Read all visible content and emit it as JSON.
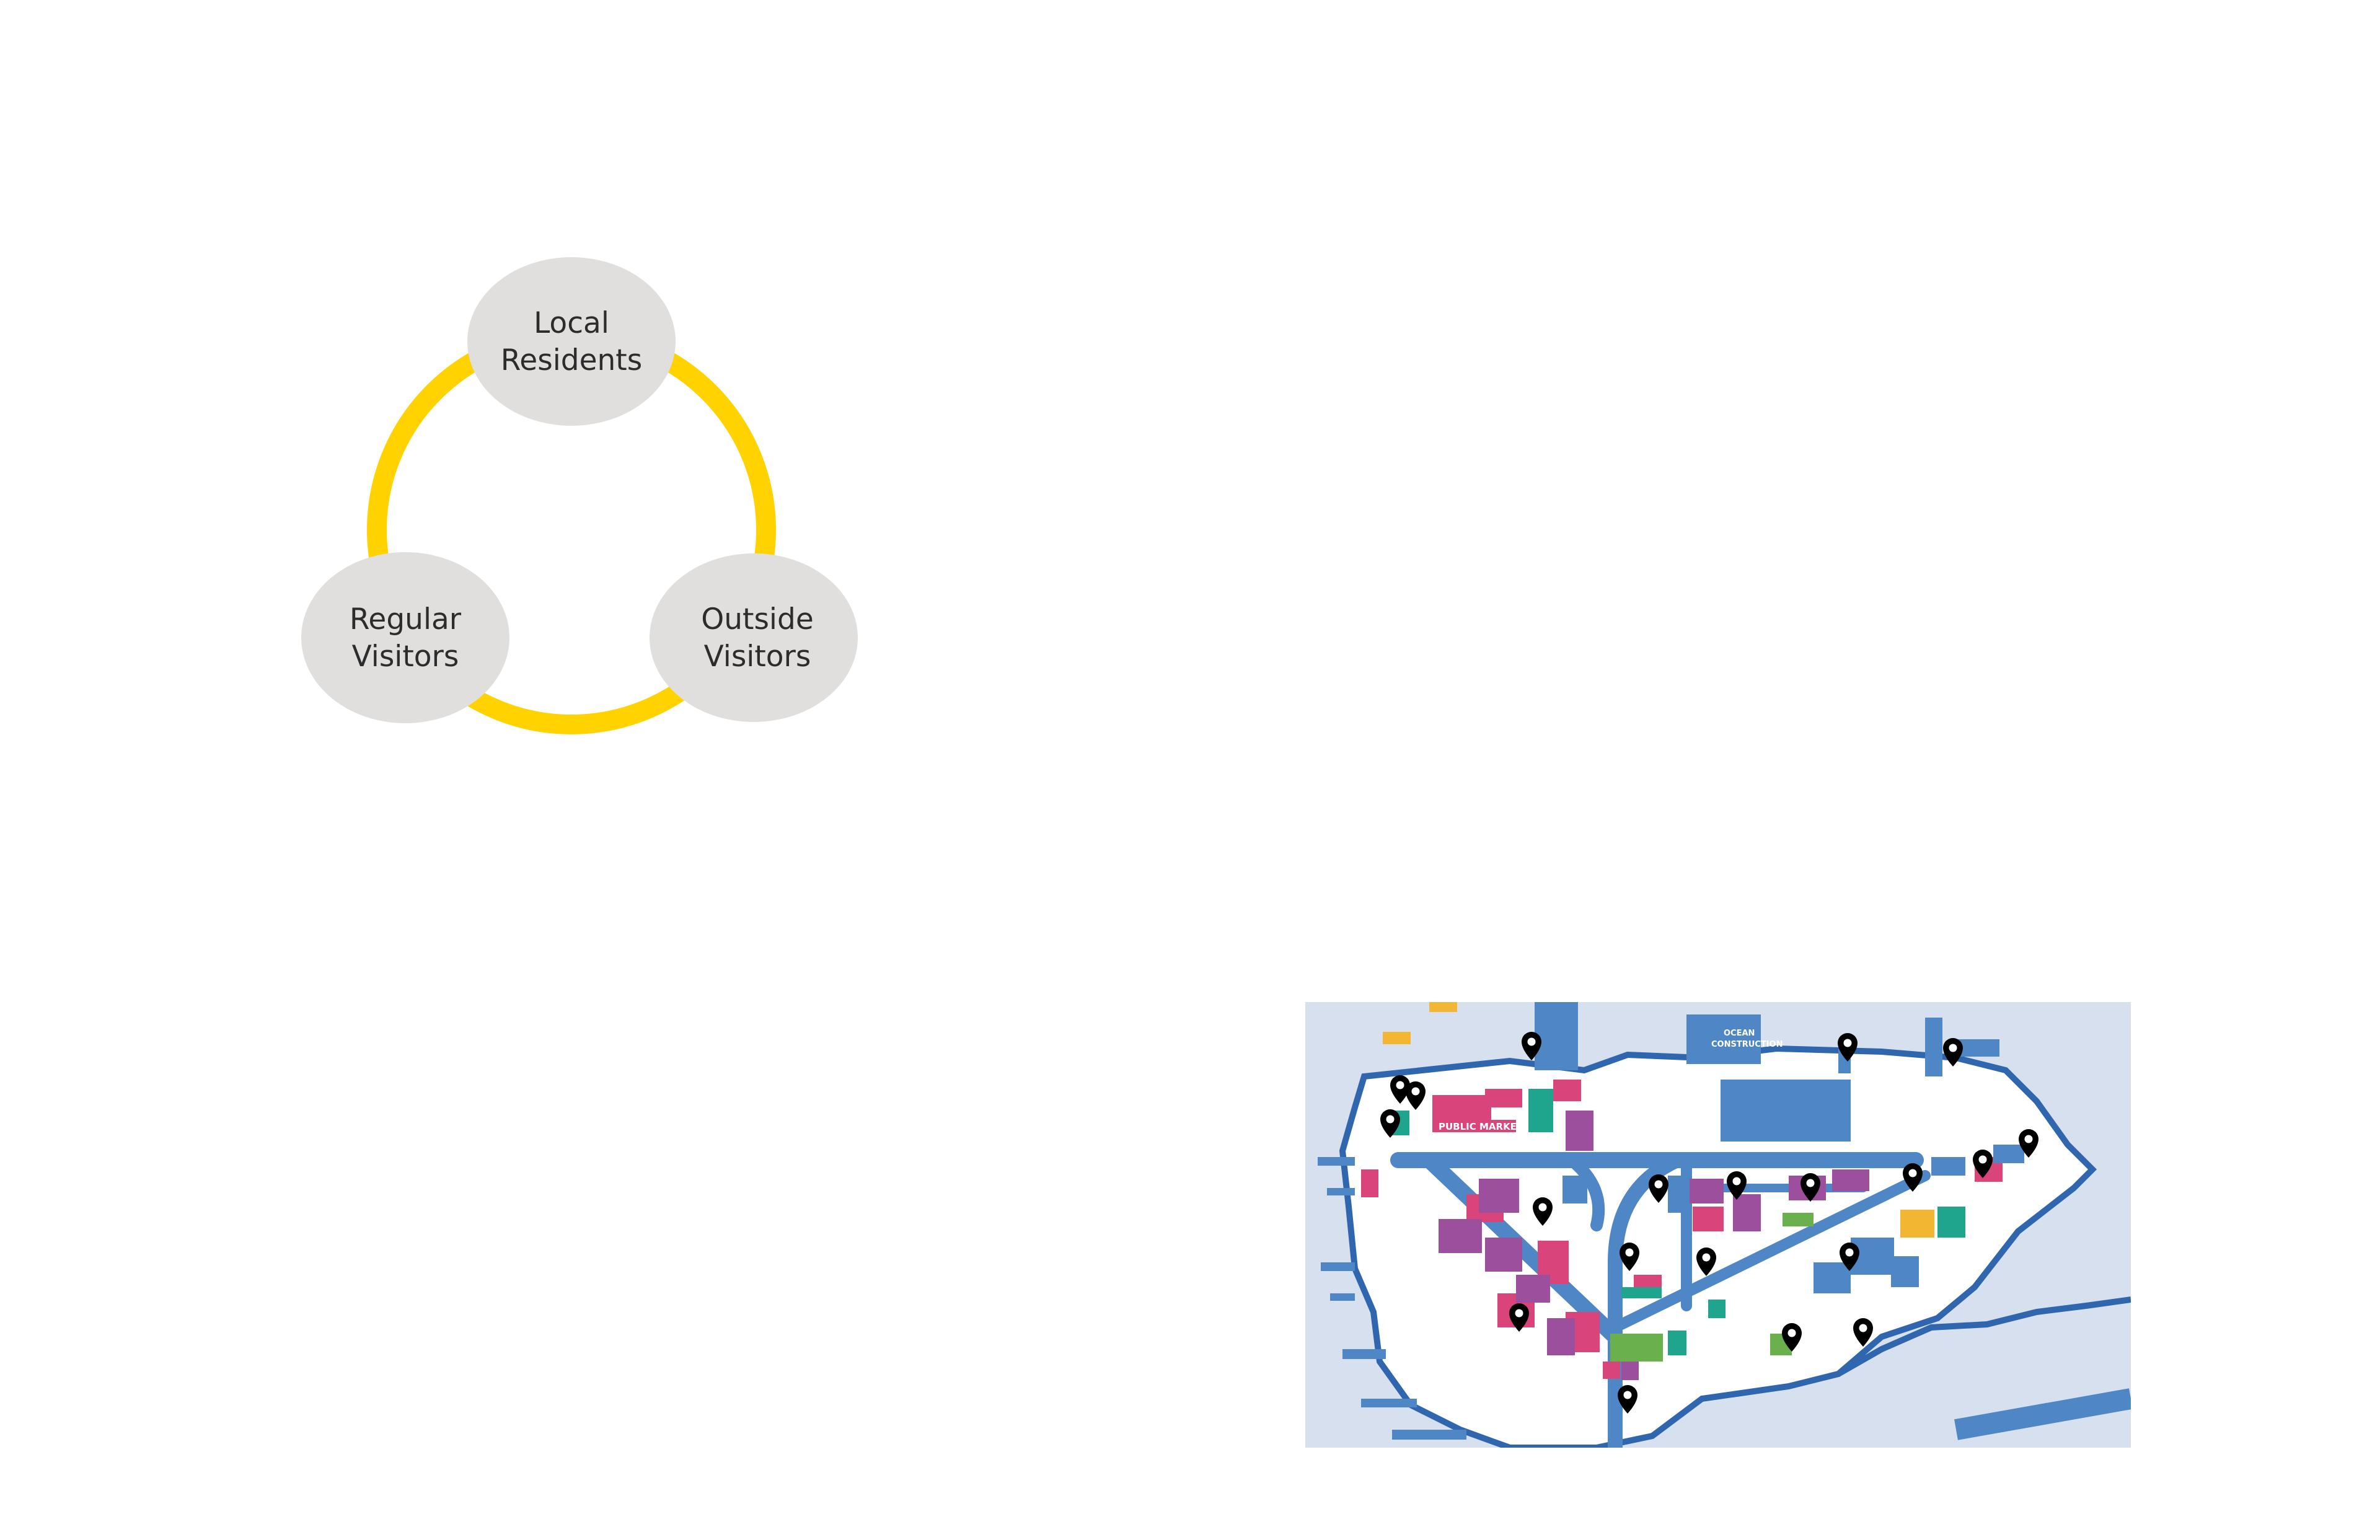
{
  "diagram": {
    "nodes": [
      {
        "id": "local",
        "lines": [
          "Local",
          "Residents"
        ]
      },
      {
        "id": "regular",
        "lines": [
          "Regular",
          "Visitors"
        ]
      },
      {
        "id": "outside",
        "lines": [
          "Outside",
          "Visitors"
        ]
      }
    ],
    "colors": {
      "ring": "#ffd200",
      "node_fill": "#e0dfde",
      "text": "#2c2c2c"
    }
  },
  "map": {
    "labels": {
      "public_market": "PUBLIC MARKET",
      "ocean_construction_1": "OCEAN",
      "ocean_construction_2": "CONSTRUCTION"
    },
    "colors": {
      "water": "#d6e0ee",
      "land": "#ffffff",
      "road": "#4f86c6",
      "shoreline": "#2f66ad",
      "magenta": "#d9457a",
      "purple": "#9b4f9c",
      "teal": "#1fa58d",
      "green": "#6ab04c",
      "yellow": "#f2b632",
      "pin": "#000000"
    }
  }
}
